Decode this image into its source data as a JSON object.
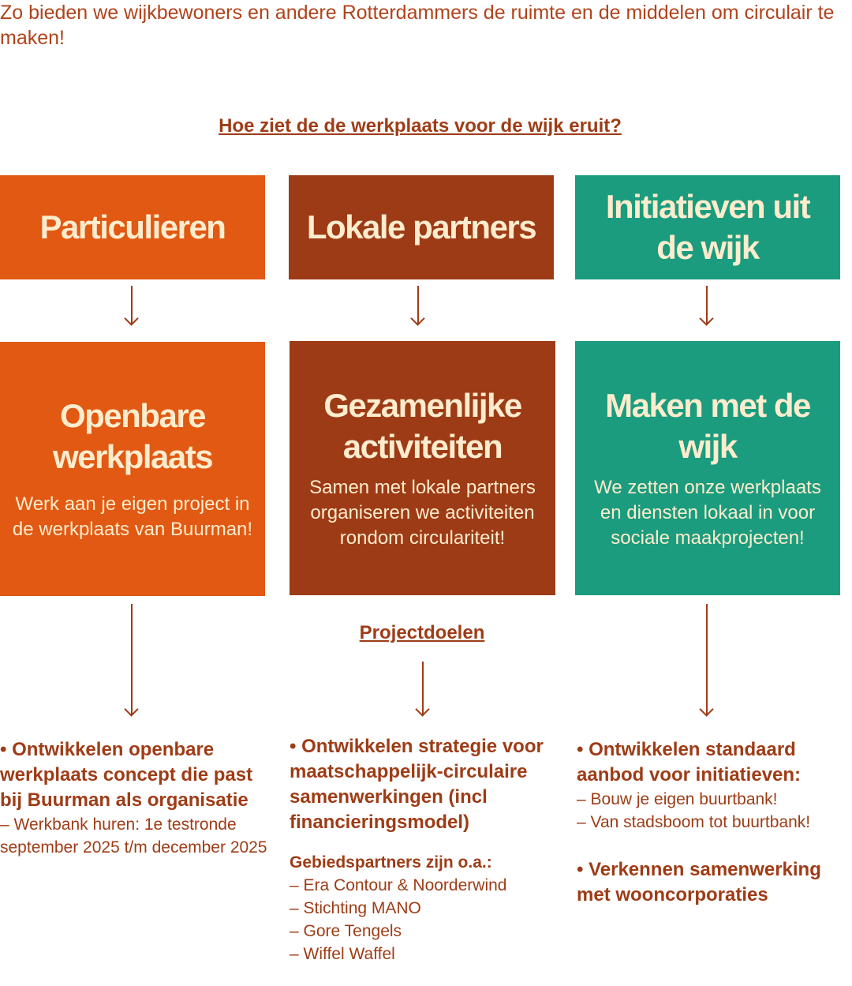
{
  "intro": "Zo bieden we wijkbewoners en andere Rotterdammers de ruimte en de middelen om circulair te maken!",
  "question": "Hoe ziet de de werkplaats voor de wijk eruit?",
  "groups": [
    {
      "label": "Particulieren",
      "title": "Openbare werkplaats",
      "desc": "Werk aan je eigen project in de werkplaats van Buurman!"
    },
    {
      "label": "Lokale partners",
      "title": "Gezamenlijke activiteiten",
      "desc": "Samen met lokale partners organiseren we activiteiten rondom circulariteit!"
    },
    {
      "label": "Initiatieven uit de wijk",
      "title": "Maken met de wijk",
      "desc": "We zetten onze werkplaats en diensten lokaal in voor sociale maakprojecten!"
    }
  ],
  "projectdoelen": "Projectdoelen",
  "goals": {
    "col1": {
      "head": "• Ontwikkelen openbare werkplaats concept die past bij Buurman als organisatie",
      "sub": "– Werkbank huren: 1e testronde september 2025 t/m december 2025"
    },
    "col2": {
      "head": "• Ontwikkelen strategie voor maatschappelijk-circulaire samenwerkingen (incl financieringsmodel)",
      "partners_label": "Gebiedspartners zijn o.a.:",
      "partners": [
        "– Era Contour & Noorderwind",
        "– Stichting MANO",
        "– Gore Tengels",
        "– Wiffel Waffel"
      ]
    },
    "col3": {
      "head": "• Ontwikkelen standaard aanbod voor initiatieven:",
      "subs": [
        "– Bouw je eigen buurtbank!",
        "– Van stadsboom tot buurtbank!"
      ],
      "head2": "• Verkennen samenwerking met wooncorporaties"
    }
  },
  "colors": {
    "orange": "#e15913",
    "brown": "#9d3b16",
    "teal": "#1b9c7e"
  }
}
